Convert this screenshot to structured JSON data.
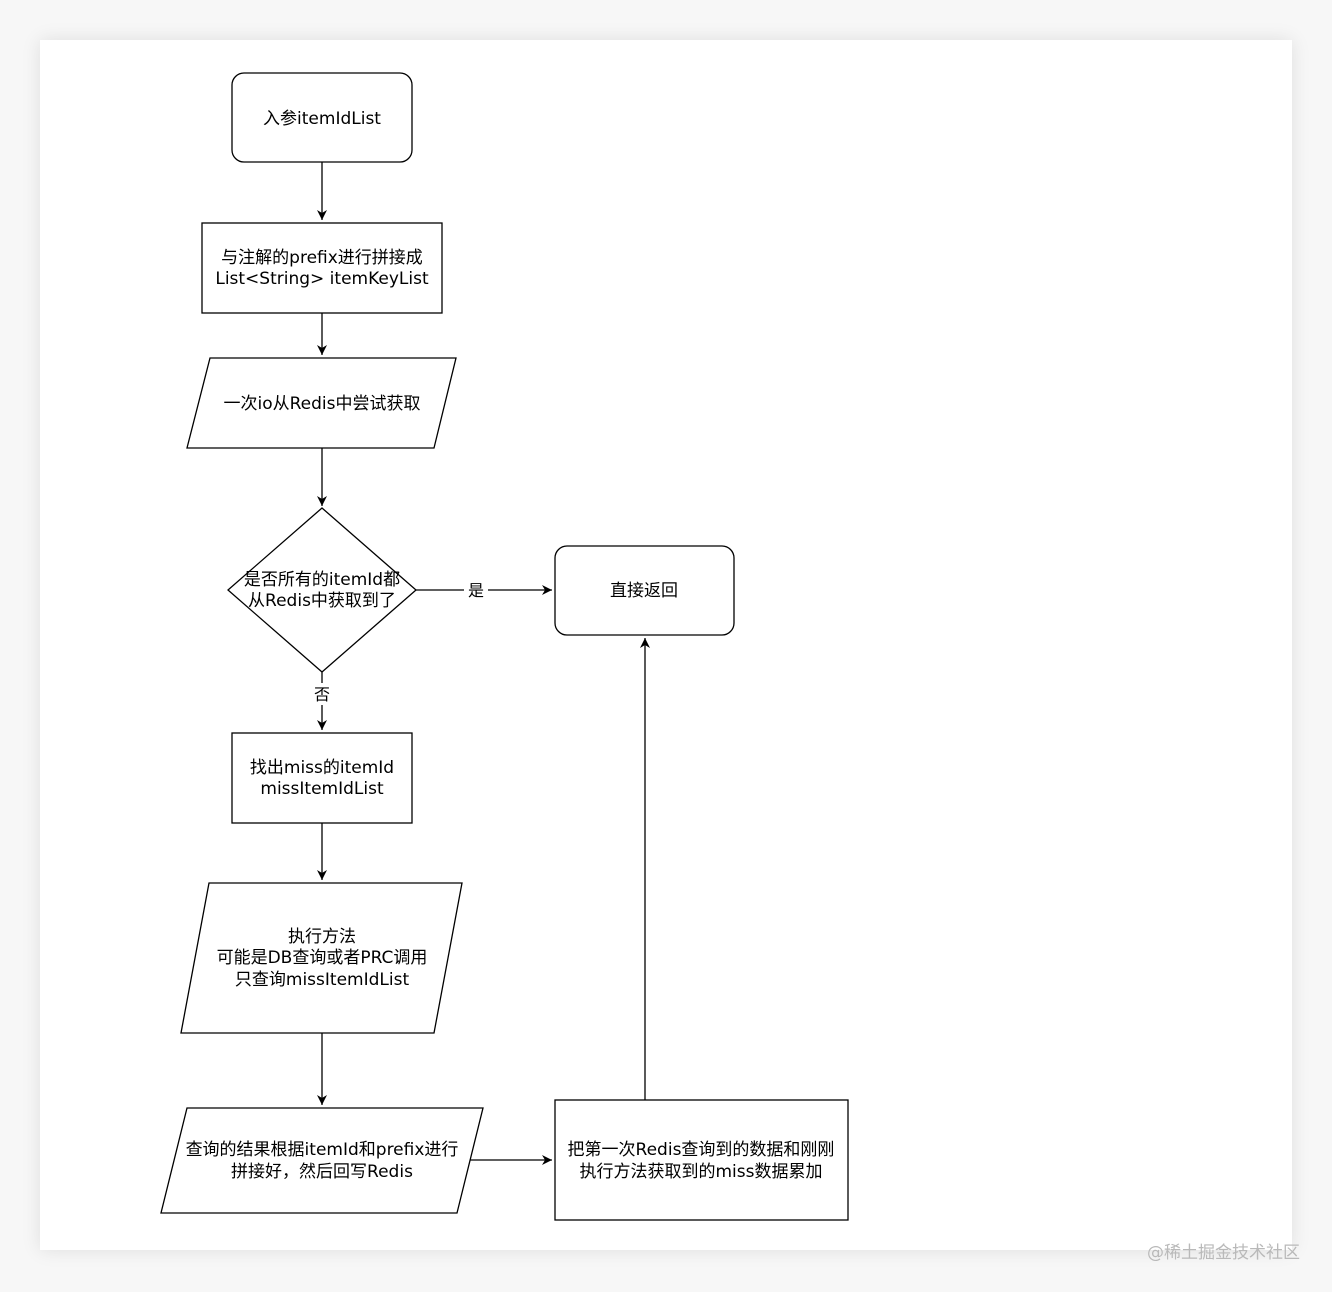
{
  "nodes": {
    "input": {
      "lines": [
        "入参itemIdList"
      ]
    },
    "concat_prefix": {
      "lines": [
        "与注解的prefix进行拼接成",
        "List<String> itemKeyList"
      ]
    },
    "redis_fetch": {
      "lines": [
        "一次io从Redis中尝试获取"
      ]
    },
    "all_hit_check": {
      "lines": [
        "是否所有的itemId都",
        "从Redis中获取到了"
      ]
    },
    "return_direct": {
      "lines": [
        "直接返回"
      ]
    },
    "find_miss": {
      "lines": [
        "找出miss的itemId",
        "missItemIdList"
      ]
    },
    "execute_method": {
      "lines": [
        "执行方法",
        "可能是DB查询或者PRC调用",
        "只查询missItemIdList"
      ]
    },
    "write_back": {
      "lines": [
        "查询的结果根据itemId和prefix进行",
        "拼接好，然后回写Redis"
      ]
    },
    "merge_data": {
      "lines": [
        "把第一次Redis查询到的数据和刚刚",
        "执行方法获取到的miss数据累加"
      ]
    }
  },
  "edges": {
    "yes_label": "是",
    "no_label": "否"
  },
  "watermark": "@稀土掘金技术社区"
}
